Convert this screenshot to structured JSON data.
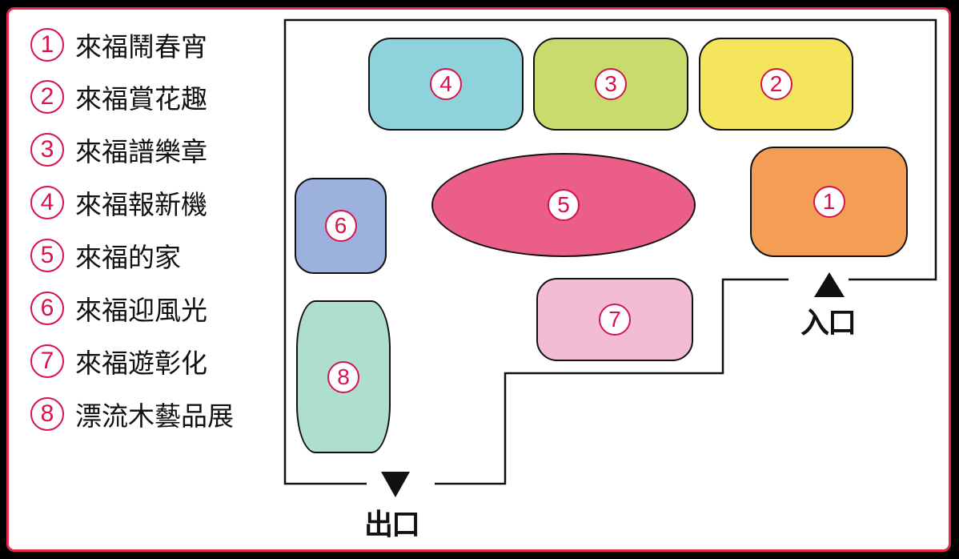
{
  "colors": {
    "background": "#000000",
    "card_border": "#e8294f",
    "number_accent": "#d6134a",
    "outline": "#111111"
  },
  "legend": {
    "items": [
      {
        "number": "1",
        "label": "來福鬧春宵"
      },
      {
        "number": "2",
        "label": "來福賞花趣"
      },
      {
        "number": "3",
        "label": "來福譜樂章"
      },
      {
        "number": "4",
        "label": "來福報新機"
      },
      {
        "number": "5",
        "label": "來福的家"
      },
      {
        "number": "6",
        "label": "來福迎風光"
      },
      {
        "number": "7",
        "label": "來福遊彰化"
      },
      {
        "number": "8",
        "label": "漂流木藝品展"
      }
    ]
  },
  "map": {
    "booths": [
      {
        "number": "1",
        "label": "來福鬧春宵",
        "color": "#f49e55",
        "shape": "rounded-rect"
      },
      {
        "number": "2",
        "label": "來福賞花趣",
        "color": "#f4e55c",
        "shape": "rounded-rect"
      },
      {
        "number": "3",
        "label": "來福譜樂章",
        "color": "#c8dc6e",
        "shape": "rounded-rect"
      },
      {
        "number": "4",
        "label": "來福報新機",
        "color": "#8ed3db",
        "shape": "rounded-rect"
      },
      {
        "number": "5",
        "label": "來福的家",
        "color": "#ea5e87",
        "shape": "ellipse"
      },
      {
        "number": "6",
        "label": "來福迎風光",
        "color": "#9db1de",
        "shape": "rounded-rect"
      },
      {
        "number": "7",
        "label": "來福遊彰化",
        "color": "#f3bcd4",
        "shape": "rounded-rect"
      },
      {
        "number": "8",
        "label": "漂流木藝品展",
        "color": "#aedecd",
        "shape": "barrel"
      }
    ],
    "entrance": {
      "label": "入口",
      "icon": "arrow-up-icon"
    },
    "exit": {
      "label": "出口",
      "icon": "arrow-down-icon"
    }
  }
}
